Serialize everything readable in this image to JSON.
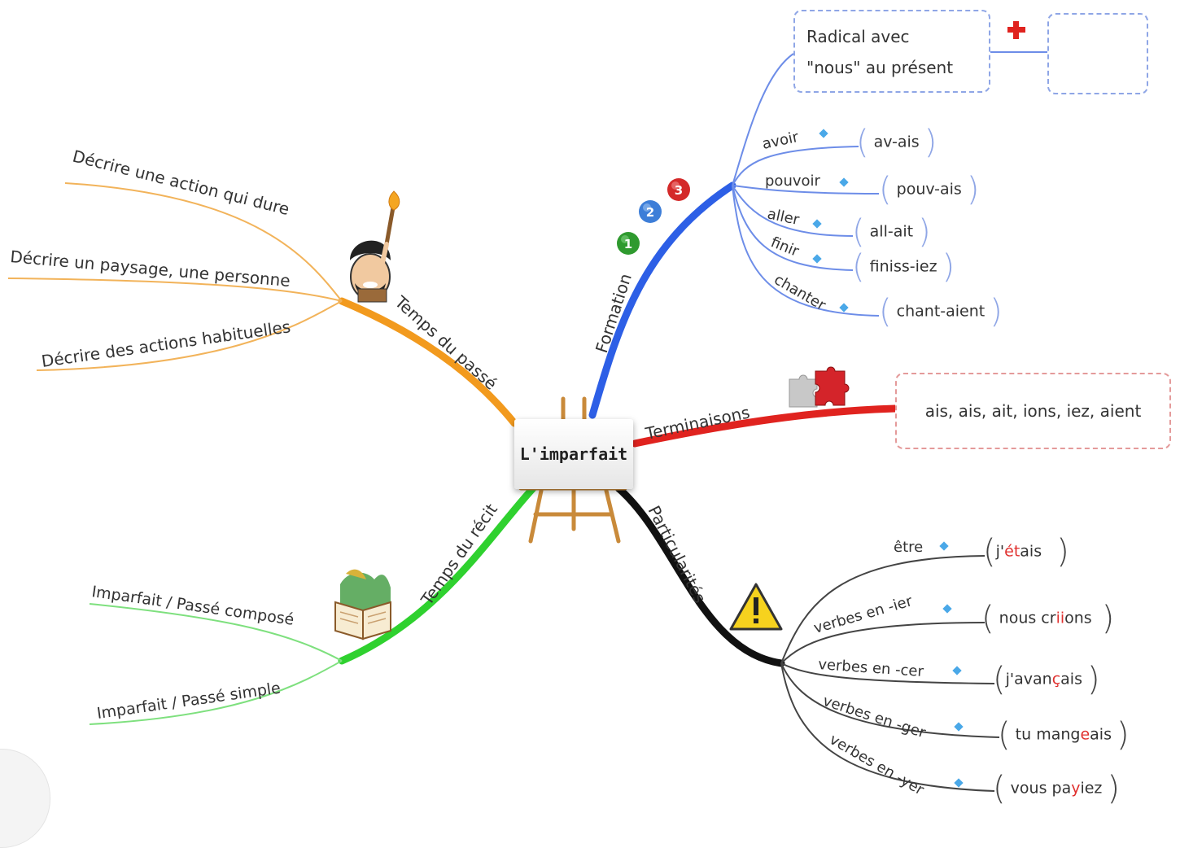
{
  "center": {
    "title": "L'imparfait"
  },
  "branches": {
    "temps_passe": {
      "label": "Temps du passé",
      "color": "#f29a1e",
      "items": [
        "Décrire une action qui dure",
        "Décrire un paysage, une personne",
        "Décrire des actions habituelles"
      ]
    },
    "temps_recit": {
      "label": "Temps du récit",
      "color": "#2fd12f",
      "items": [
        "Imparfait / Passé composé",
        "Imparfait / Passé simple"
      ]
    },
    "formation": {
      "label": "Formation",
      "color": "#2d5fe6",
      "badges": [
        "1",
        "2",
        "3"
      ],
      "radical": {
        "line1": "Radical avec",
        "line2": "\"nous\" au présent"
      },
      "plus": "+",
      "verbs": [
        {
          "verb": "avoir",
          "example": "av-ais"
        },
        {
          "verb": "pouvoir",
          "example": "pouv-ais"
        },
        {
          "verb": "aller",
          "example": "all-ait"
        },
        {
          "verb": "finir",
          "example": "finiss-iez"
        },
        {
          "verb": "chanter",
          "example": "chant-aient"
        }
      ]
    },
    "terminaisons": {
      "label": "Terminaisons",
      "color": "#e0231f",
      "endings": "ais, ais, ait, ions, iez, aient"
    },
    "particularites": {
      "label": "Particularités",
      "color": "#111111",
      "rules": [
        {
          "rule": "être",
          "ex_pre": "j'",
          "ex_hl": "ét",
          "ex_post": "ais"
        },
        {
          "rule": "verbes en -ier",
          "ex_pre": "nous cr",
          "ex_hl": "ii",
          "ex_post": "ons"
        },
        {
          "rule": "verbes en -cer",
          "ex_pre": "j'avan",
          "ex_hl": "ç",
          "ex_post": "ais"
        },
        {
          "rule": "verbes en -ger",
          "ex_pre": "tu mang",
          "ex_hl": "e",
          "ex_post": "ais"
        },
        {
          "rule": "verbes en -yer",
          "ex_pre": "vous pa",
          "ex_hl": "y",
          "ex_post": "iez"
        }
      ]
    }
  },
  "icons": [
    "caveman-torch-icon",
    "easel-icon",
    "open-book-icon",
    "puzzle-piece-icon",
    "warning-icon",
    "plus-icon",
    "diamond-bullet-icon"
  ]
}
